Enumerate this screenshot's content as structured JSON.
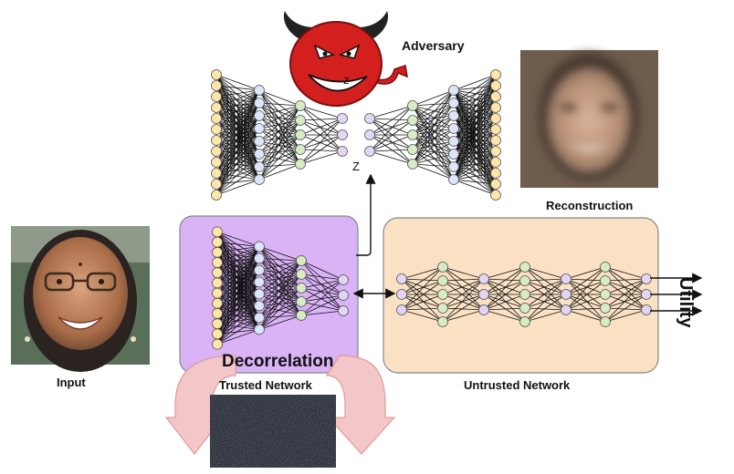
{
  "labels": {
    "adversary": "Adversary",
    "reconstruction": "Reconstruction",
    "input": "Input",
    "trusted_network": "Trusted Network",
    "untrusted_network": "Untrusted Network",
    "decorrelation": "Decorrelation",
    "utility": "Utility",
    "z_top": "z",
    "z_mid": "Z"
  },
  "colors": {
    "trusted_box": "#d9b3f5",
    "untrusted_box": "#fbe1c4",
    "node_orange": "#ffe6a8",
    "node_blue": "#dbe6fb",
    "node_green": "#d8ecc4",
    "node_purple": "#e3d5f4",
    "devil_red": "#d41f1f",
    "arrow_pink": "#f3c7c7"
  },
  "icons": {
    "adversary": "devil-icon",
    "input": "face-photo",
    "reconstruction": "blurred-face-photo",
    "noise": "noise-image"
  }
}
